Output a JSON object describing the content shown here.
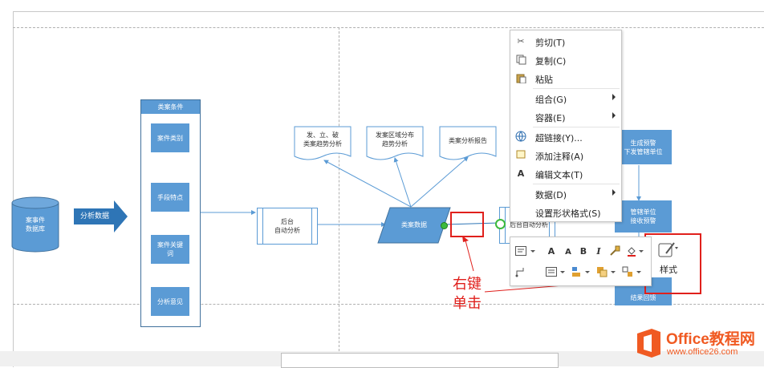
{
  "diagram": {
    "left_db": "案事件\n数据库",
    "arrow_label": "分析数据",
    "swimlane_title": "类案条件",
    "swimlane_items": [
      "案件类别",
      "手段特点",
      "案件关键\n词",
      "分析意见"
    ],
    "backend_analysis": "后台\n自动分析",
    "docs": [
      "发、立、破\n类案趋势分析",
      "发案区域分布\n趋势分析",
      "类案分析报告"
    ],
    "case_data": "类案数据",
    "backend_auto": "后台自动分析",
    "right_boxes": [
      "生成预警\n下发管辖单位",
      "管辖单位\n接收预警",
      "结果回馈"
    ]
  },
  "context_menu": {
    "items": [
      {
        "label": "剪切(T)",
        "icon": "scissors-icon"
      },
      {
        "label": "复制(C)",
        "icon": "copy-icon"
      },
      {
        "label": "粘贴",
        "icon": "paste-icon"
      },
      {
        "label": "组合(G)",
        "icon": "",
        "submenu": true
      },
      {
        "label": "容器(E)",
        "icon": "",
        "submenu": true
      },
      {
        "label": "超链接(Y)...",
        "icon": "hyperlink-icon"
      },
      {
        "label": "添加注释(A)",
        "icon": "comment-icon"
      },
      {
        "label": "编辑文本(T)",
        "icon": "text-a-icon"
      },
      {
        "label": "数据(D)",
        "icon": "",
        "submenu": true
      },
      {
        "label": "设置形状格式(S)",
        "icon": ""
      }
    ]
  },
  "mini_toolbar": {
    "grow_font": "A",
    "shrink_font": "A",
    "bold": "B",
    "italic": "I",
    "style_label": "样式"
  },
  "annotation": {
    "line1": "右键",
    "line2": "单击"
  },
  "watermark": {
    "brand": "Office教程网",
    "url": "www.office26.com"
  },
  "colors": {
    "shape_fill": "#5b9bd5",
    "annotation_red": "#e0201c",
    "logo_orange": "#f05a22"
  }
}
